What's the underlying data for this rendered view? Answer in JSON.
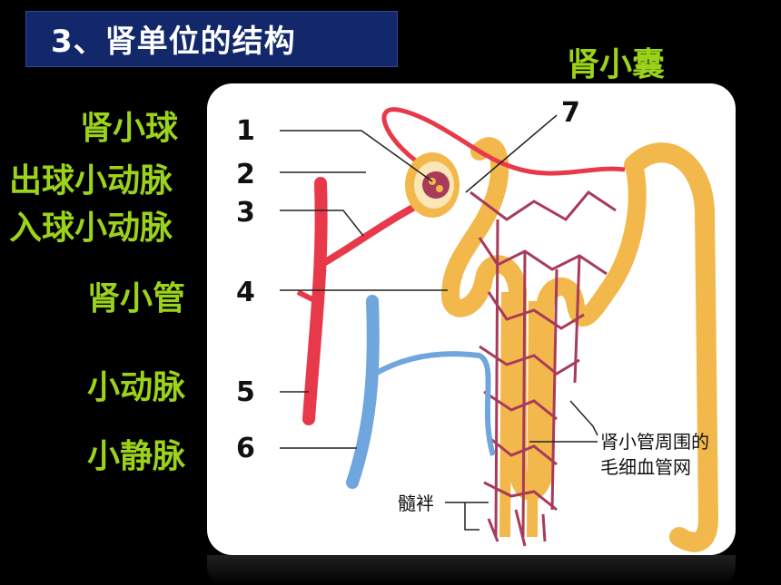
{
  "title": "3、肾单位的结构",
  "labels": {
    "bowman_capsule": "肾小囊",
    "glomerulus": "肾小球",
    "efferent": "出球小动脉",
    "afferent": "入球小动脉",
    "tubule": "肾小管",
    "arteriole": "小动脉",
    "venule": "小静脉"
  },
  "diagram": {
    "numbers": [
      "1",
      "2",
      "3",
      "4",
      "5",
      "6",
      "7"
    ],
    "capillary_label_line1": "肾小管周围的",
    "capillary_label_line2": "毛细血管网",
    "loop_label": "髓袢"
  },
  "colors": {
    "background": "#000000",
    "title_box": "#12286b",
    "label_green": "#9bd31a",
    "artery": "#e8394a",
    "vein": "#6fa6dd",
    "tubule": "#f2b84b",
    "capillary": "#a83a5a"
  }
}
